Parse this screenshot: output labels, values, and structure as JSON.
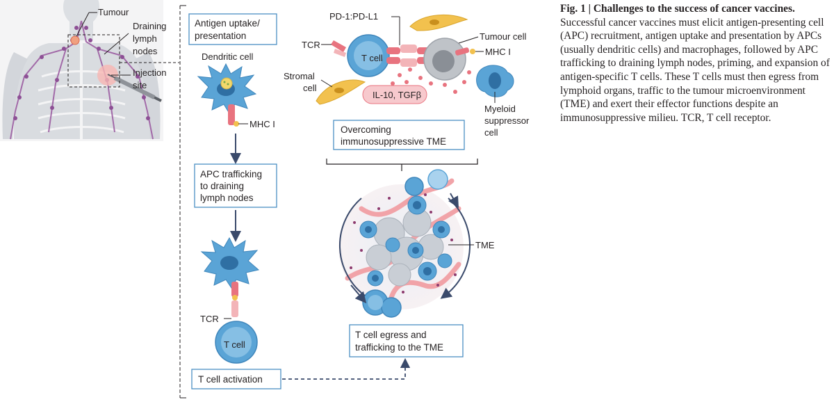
{
  "figure": {
    "body_labels": {
      "tumour": "Tumour",
      "draining_lymph_nodes": [
        "Draining",
        "lymph",
        "nodes"
      ],
      "injection_site": [
        "Injection",
        "site"
      ]
    },
    "boxes": {
      "antigen_uptake": [
        "Antigen uptake/",
        "presentation"
      ],
      "apc_trafficking": [
        "APC trafficking",
        "to draining",
        "lymph nodes"
      ],
      "t_cell_activation": [
        "T cell activation"
      ],
      "overcoming_tme": [
        "Overcoming",
        "immunosuppressive TME"
      ],
      "t_cell_egress": [
        "T cell egress and",
        "trafficking to the TME"
      ]
    },
    "cell_labels": {
      "dendritic_cell": "Dendritic cell",
      "mhc1_left": "MHC I",
      "tcr_left": "TCR",
      "t_cell_left": "T cell",
      "pd1_pdl1": "PD-1:PD-L1",
      "tcr_top": "TCR",
      "t_cell_top": "T cell",
      "tumour_cell": "Tumour cell",
      "mhc1_top": "MHC I",
      "stromal_cell": [
        "Stromal",
        "cell"
      ],
      "il10_tgfb": "IL-10, TGFβ",
      "myeloid_suppressor": [
        "Myeloid",
        "suppressor",
        "cell"
      ],
      "tme": "TME"
    },
    "colors": {
      "blue_cell": "#5aa4d6",
      "blue_light": "#a9d2ee",
      "pink": "#e8737f",
      "pink_light": "#f3b4b8",
      "yellow_cell": "#f2c14e",
      "gray_cell": "#bfc3c8",
      "box_border": "#4a8fc2",
      "arrow": "#3a4a6b"
    }
  },
  "caption": {
    "label": "Fig. 1",
    "separator": " | ",
    "title": "Challenges to the success of cancer vaccines.",
    "body": " Successful cancer vaccines must elicit antigen-presenting cell (APC) recruitment, antigen uptake and presentation by APCs (usually dendritic cells) and macrophages, followed by APC trafficking to draining lymph nodes, priming, and expansion of antigen-specific T cells. These T cells must then egress from lymphoid organs, traffic to the tumour microenvironment (TME) and exert their effector functions despite an immunosuppressive milieu. TCR, T cell receptor."
  }
}
